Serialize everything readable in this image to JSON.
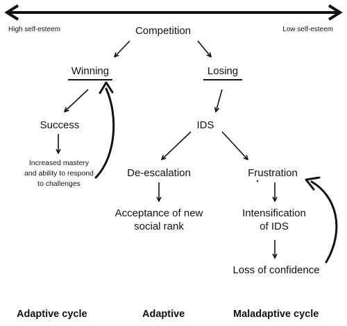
{
  "axis": {
    "left_label": "High self-esteem",
    "right_label": "Low self-esteem"
  },
  "nodes": {
    "competition": "Competition",
    "winning": "Winning",
    "losing": "Losing",
    "success": "Success",
    "increased_mastery": [
      "Increased mastery",
      "and ability to respond",
      "to challenges"
    ],
    "ids": "IDS",
    "de_escalation": "De-escalation",
    "acceptance": [
      "Acceptance of new",
      "social rank"
    ],
    "frustration": "Frustration",
    "intensification": [
      "Intensification",
      "of IDS"
    ],
    "loss_of_confidence": "Loss of confidence"
  },
  "footer": {
    "adaptive_cycle": "Adaptive cycle",
    "adaptive": "Adaptive",
    "maladaptive_cycle": "Maladaptive cycle"
  }
}
